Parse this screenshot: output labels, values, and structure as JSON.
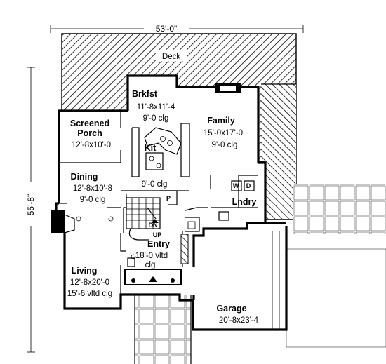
{
  "plan": {
    "overall_width": "53'-0\"",
    "overall_depth": "55'-8\"",
    "deck": "Deck",
    "rooms": {
      "brkfst": {
        "name": "Brkfst",
        "size": "11'-8x11'-4",
        "ceiling": "9'-0 clg"
      },
      "family": {
        "name": "Family",
        "size": "15'-0x17'-0",
        "ceiling": "9'-0 clg"
      },
      "screened_porch": {
        "name_line1": "Screened",
        "name_line2": "Porch",
        "size": "12'-8x10'-0"
      },
      "kit": {
        "name": "Kit",
        "ceiling": "9'-0 clg"
      },
      "dining": {
        "name": "Dining",
        "size": "12'-8x10'-8",
        "ceiling": "9'-0 clg"
      },
      "lndry": {
        "name": "Lndry",
        "washer": "W",
        "dryer": "D"
      },
      "pantry": {
        "name": "P"
      },
      "entry": {
        "name": "Entry",
        "ceiling_line1": "18'-0 vltd",
        "ceiling_line2": "clg"
      },
      "living": {
        "name": "Living",
        "size": "12'-8x20'-0",
        "ceiling": "15'-6 vltd clg"
      },
      "garage": {
        "name": "Garage",
        "size": "20'-8x23'-4"
      }
    },
    "stairs": {
      "down": "DN",
      "up": "UP"
    }
  }
}
